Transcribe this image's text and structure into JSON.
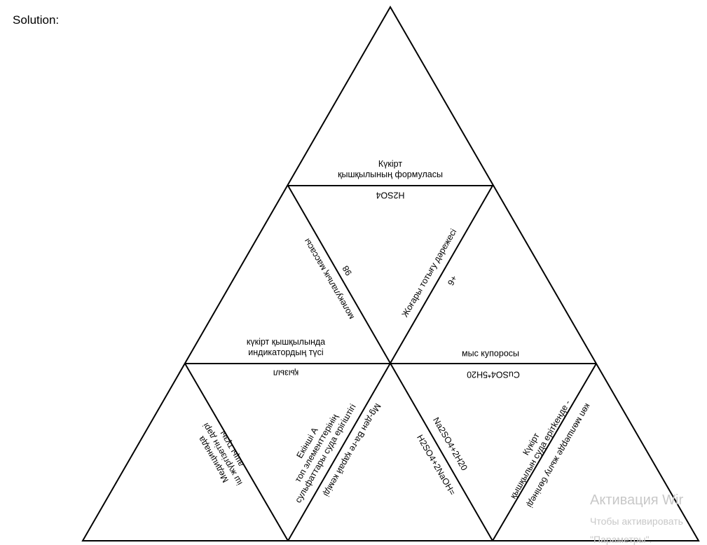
{
  "heading": "Solution:",
  "tiles": {
    "top_inner": [
      "Күкірт",
      "қышқылының формуласы"
    ],
    "formula": "H2SO4",
    "molar_mass_label": "молекулалық массасы",
    "molar_mass_value": "98",
    "oxidation_label": "Жоғары тотығу дәрежесі",
    "oxidation_value": "+6",
    "indicator_label": [
      "күкірт қышқылында",
      "индикатордың түсі"
    ],
    "indicator_value": "қызыл",
    "vitriol_label": "мыс купоросы",
    "vitriol_formula": "CuSO4*5H20",
    "laxative": [
      "Медицинада",
      "іш жүргізетін дәрі",
      "ащы тұзы"
    ],
    "group2": [
      "Екінші А",
      "топ элементтерінің",
      "сульфаттары суда ерігіштігі"
    ],
    "group2_answer": "Mg-ден Ba-ге қарай кеміді",
    "reaction_product": "Na2SO4+2H20",
    "reaction_reagents": "H2SO4+2NaOH=",
    "dissolving": [
      "Күкірт",
      "қышқылын суда ерітkенде -"
    ],
    "dissolving_answer": "көп мөлшерде жылу бөлінеді"
  },
  "watermark": {
    "title": "Активация Wir",
    "line1": "Чтобы активировать",
    "line2": "\"Параметры\"."
  }
}
